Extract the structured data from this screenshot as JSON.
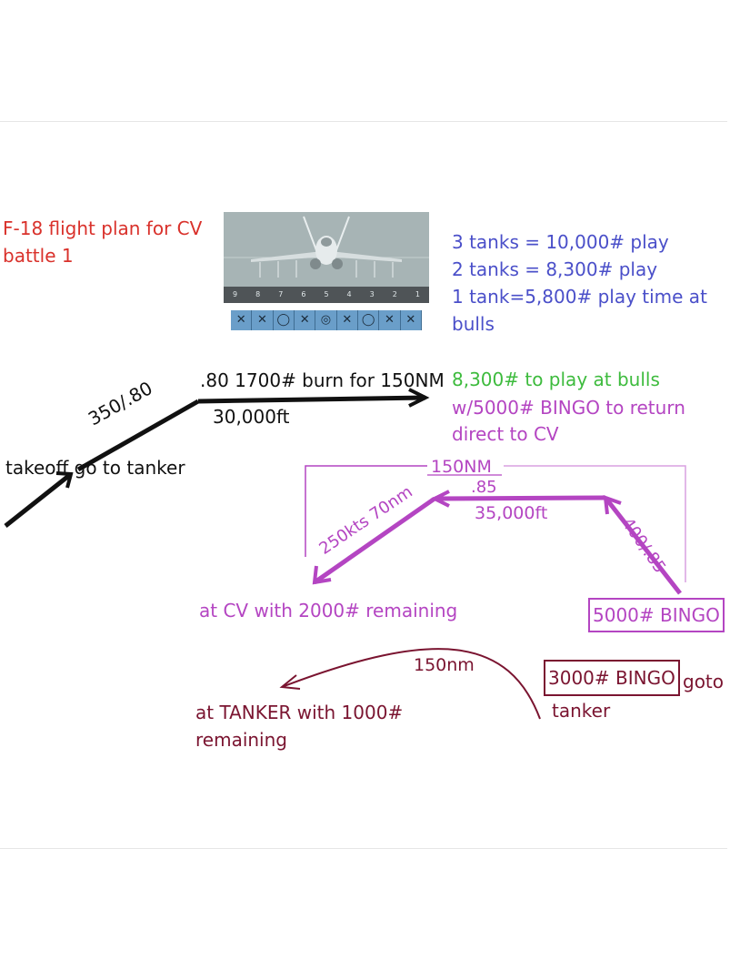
{
  "colors": {
    "red": "#d9312b",
    "blue": "#4a4fc9",
    "black": "#111111",
    "green": "#3dbb3d",
    "purple": "#b445c2",
    "maroon": "#7a1430"
  },
  "title": {
    "line1": "F-18 flight plan for CV",
    "line2": "battle 1"
  },
  "fuel_notes": [
    "3 tanks = 10,000# play",
    "2 tanks = 8,300# play",
    "1 tank=5,800# play time at",
    "bulls"
  ],
  "jet_panel": {
    "stations": [
      "9",
      "8",
      "7",
      "6",
      "5",
      "4",
      "3",
      "2",
      "1"
    ],
    "weapons": [
      "✕",
      "✕",
      "◯",
      "✕",
      "◎",
      "✕",
      "◯",
      "✕",
      "✕"
    ]
  },
  "outbound": {
    "takeoff": "takeoff go to tanker",
    "climb": "350/.80",
    "cruise": ".80 1700# burn for 150NM",
    "altitude": "30,000ft"
  },
  "play": {
    "line1": "8,300# to play at bulls",
    "line2": "w/5000# BINGO to return",
    "line3": "direct to CV"
  },
  "return_leg": {
    "distance": "150NM",
    "mach": ".85",
    "altitude": "35,000ft",
    "climb": "400/.85",
    "descent": "250kts 70nm",
    "arrival": "at CV with 2000# remaining",
    "bingo": "5000# BINGO"
  },
  "tanker_leg": {
    "distance": "150nm",
    "bingo": "3000# BINGO",
    "goto1": "goto",
    "goto2": "tanker",
    "arrival1": "at TANKER with 1000#",
    "arrival2": "remaining"
  }
}
